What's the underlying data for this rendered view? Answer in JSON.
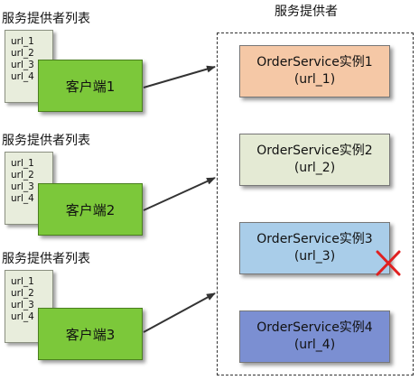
{
  "clients": [
    {
      "list_label": "服务提供者列表",
      "urls": [
        "url_1",
        "url_2",
        "url_3",
        "url_4"
      ],
      "name": "客户端1"
    },
    {
      "list_label": "服务提供者列表",
      "urls": [
        "url_1",
        "url_2",
        "url_3",
        "url_4"
      ],
      "name": "客户端2"
    },
    {
      "list_label": "服务提供者列表",
      "urls": [
        "url_1",
        "url_2",
        "url_3",
        "url_4"
      ],
      "name": "客户端3"
    }
  ],
  "providers_title": "服务提供者",
  "instances": [
    {
      "name": "OrderService实例1",
      "url": "(url_1)",
      "color": "#f5c8a6",
      "failed": false
    },
    {
      "name": "OrderService实例2",
      "url": "(url_2)",
      "color": "#e4ead4",
      "failed": false
    },
    {
      "name": "OrderService实例3",
      "url": "(url_3)",
      "color": "#a9cde9",
      "failed": true
    },
    {
      "name": "OrderService实例4",
      "url": "(url_4)",
      "color": "#7b8fd2",
      "failed": false
    }
  ],
  "colors": {
    "client_fill": "#7cc83a",
    "url_list_fill": "#e8eddc",
    "failure_mark": "#e02020"
  }
}
